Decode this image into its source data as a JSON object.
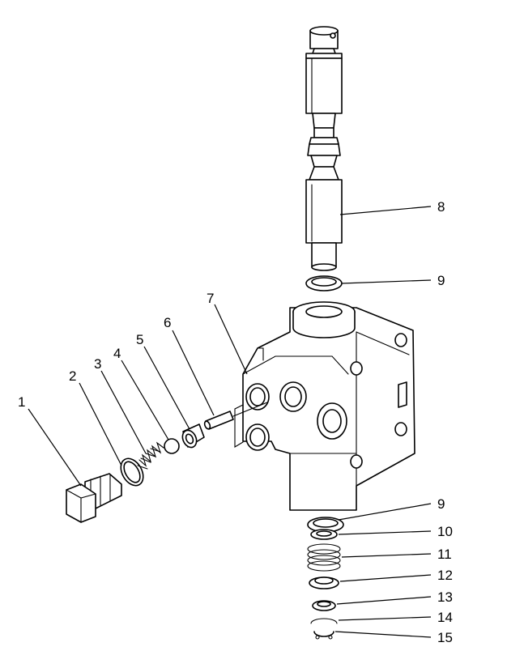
{
  "callouts": [
    {
      "id": "c1",
      "text": "1"
    },
    {
      "id": "c2",
      "text": "2"
    },
    {
      "id": "c3",
      "text": "3"
    },
    {
      "id": "c4",
      "text": "4"
    },
    {
      "id": "c5",
      "text": "5"
    },
    {
      "id": "c6",
      "text": "6"
    },
    {
      "id": "c7",
      "text": "7"
    },
    {
      "id": "c8",
      "text": "8"
    },
    {
      "id": "c9a",
      "text": "9"
    },
    {
      "id": "c9b",
      "text": "9"
    },
    {
      "id": "c10",
      "text": "10"
    },
    {
      "id": "c11",
      "text": "11"
    },
    {
      "id": "c12",
      "text": "12"
    },
    {
      "id": "c13",
      "text": "13"
    },
    {
      "id": "c14",
      "text": "14"
    },
    {
      "id": "c15",
      "text": "15"
    }
  ]
}
